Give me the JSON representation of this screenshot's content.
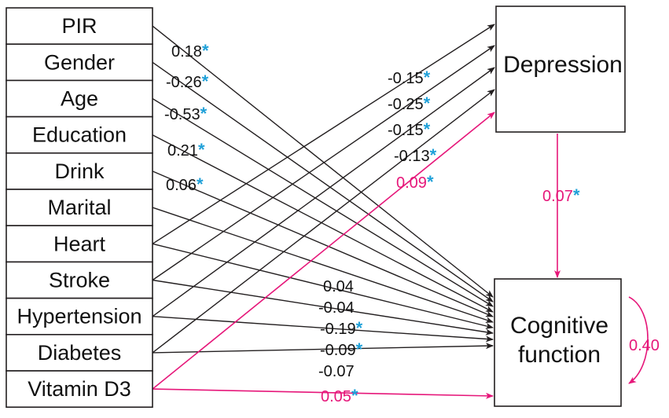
{
  "colors": {
    "black": "#231f20",
    "pink": "#e6177a",
    "star": "#1fa0d8"
  },
  "predictors": [
    {
      "id": "pir",
      "label": "PIR"
    },
    {
      "id": "gender",
      "label": "Gender"
    },
    {
      "id": "age",
      "label": "Age"
    },
    {
      "id": "education",
      "label": "Education"
    },
    {
      "id": "drink",
      "label": "Drink"
    },
    {
      "id": "marital",
      "label": "Marital"
    },
    {
      "id": "heart",
      "label": "Heart"
    },
    {
      "id": "stroke",
      "label": "Stroke"
    },
    {
      "id": "hypertension",
      "label": "Hypertension"
    },
    {
      "id": "diabetes",
      "label": "Diabetes"
    },
    {
      "id": "vitd3",
      "label": "Vitamin D3"
    }
  ],
  "outcomes": {
    "depression": "Depression",
    "cognitive_line1": "Cognitive",
    "cognitive_line2": "function"
  },
  "paths": [
    {
      "from": "pir",
      "to": "cognitive",
      "coef": "0.18",
      "sig": true,
      "color": "black"
    },
    {
      "from": "gender",
      "to": "cognitive",
      "coef": "-0.26",
      "sig": true,
      "color": "black"
    },
    {
      "from": "age",
      "to": "cognitive",
      "coef": "-0.53",
      "sig": true,
      "color": "black"
    },
    {
      "from": "education",
      "to": "cognitive",
      "coef": "0.21",
      "sig": true,
      "color": "black"
    },
    {
      "from": "drink",
      "to": "cognitive",
      "coef": "0.06",
      "sig": true,
      "color": "black"
    },
    {
      "from": "marital",
      "to": "cognitive",
      "coef": "0.04",
      "sig": false,
      "color": "black"
    },
    {
      "from": "heart",
      "to": "cognitive",
      "coef": "-0.04",
      "sig": false,
      "color": "black"
    },
    {
      "from": "stroke",
      "to": "cognitive",
      "coef": "-0.19",
      "sig": true,
      "color": "black"
    },
    {
      "from": "hypertension",
      "to": "cognitive",
      "coef": "-0.09",
      "sig": true,
      "color": "black"
    },
    {
      "from": "diabetes",
      "to": "cognitive",
      "coef": "-0.07",
      "sig": false,
      "color": "black"
    },
    {
      "from": "vitd3",
      "to": "cognitive",
      "coef": "0.05",
      "sig": true,
      "color": "pink"
    },
    {
      "from": "heart",
      "to": "depression",
      "coef": "-0.15",
      "sig": true,
      "color": "black"
    },
    {
      "from": "stroke",
      "to": "depression",
      "coef": "-0.25",
      "sig": true,
      "color": "black"
    },
    {
      "from": "hypertension",
      "to": "depression",
      "coef": "-0.15",
      "sig": true,
      "color": "black"
    },
    {
      "from": "diabetes",
      "to": "depression",
      "coef": "-0.13",
      "sig": true,
      "color": "black"
    },
    {
      "from": "vitd3",
      "to": "depression",
      "coef": "0.09",
      "sig": true,
      "color": "pink"
    },
    {
      "from": "depression",
      "to": "cognitive",
      "coef": "0.07",
      "sig": true,
      "color": "pink"
    },
    {
      "from": "cognitive",
      "to": "cognitive",
      "coef": "0.40",
      "sig": false,
      "color": "pink"
    }
  ],
  "sig_mark": "*"
}
